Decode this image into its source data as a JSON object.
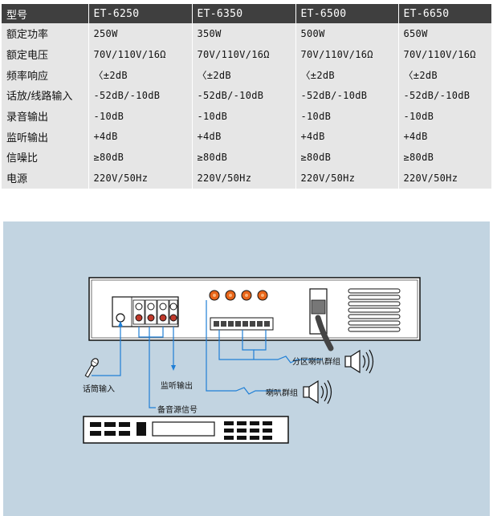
{
  "spec_table": {
    "header": {
      "label": "型号",
      "models": [
        "ET-6250",
        "ET-6350",
        "ET-6500",
        "ET-6650"
      ]
    },
    "rows": [
      {
        "label": "额定功率",
        "values": [
          "250W",
          "350W",
          "500W",
          "650W"
        ]
      },
      {
        "label": "额定电压",
        "values": [
          "70V/110V/16Ω",
          "70V/110V/16Ω",
          "70V/110V/16Ω",
          "70V/110V/16Ω"
        ]
      },
      {
        "label": "频率响应",
        "values": [
          "〈±2dB",
          "〈±2dB",
          "〈±2dB",
          "〈±2dB"
        ]
      },
      {
        "label": "话放/线路输入",
        "values": [
          "-52dB/-10dB",
          "-52dB/-10dB",
          "-52dB/-10dB",
          "-52dB/-10dB"
        ]
      },
      {
        "label": "录音输出",
        "values": [
          "-10dB",
          "-10dB",
          "-10dB",
          "-10dB"
        ]
      },
      {
        "label": "监听输出",
        "values": [
          "+4dB",
          "+4dB",
          "+4dB",
          "+4dB"
        ]
      },
      {
        "label": "信噪比",
        "values": [
          "≥80dB",
          "≥80dB",
          "≥80dB",
          "≥80dB"
        ]
      },
      {
        "label": "电源",
        "values": [
          "220V/50Hz",
          "220V/50Hz",
          "220V/50Hz",
          "220V/50Hz"
        ]
      }
    ]
  },
  "diagram": {
    "labels": {
      "mic_input": "话筒输入",
      "monitor_output": "监听输出",
      "source_signal": "备音源信号",
      "zone_speakers": "分区喇叭群组",
      "speaker_group": "喇叭群组"
    },
    "icons": [
      "microphone-icon",
      "speaker-icon"
    ],
    "colors": {
      "panel_bg": "#c2d4e1",
      "wire": "#1f7fd6",
      "knob": "#e8651a",
      "jack": "#c0392b"
    }
  }
}
